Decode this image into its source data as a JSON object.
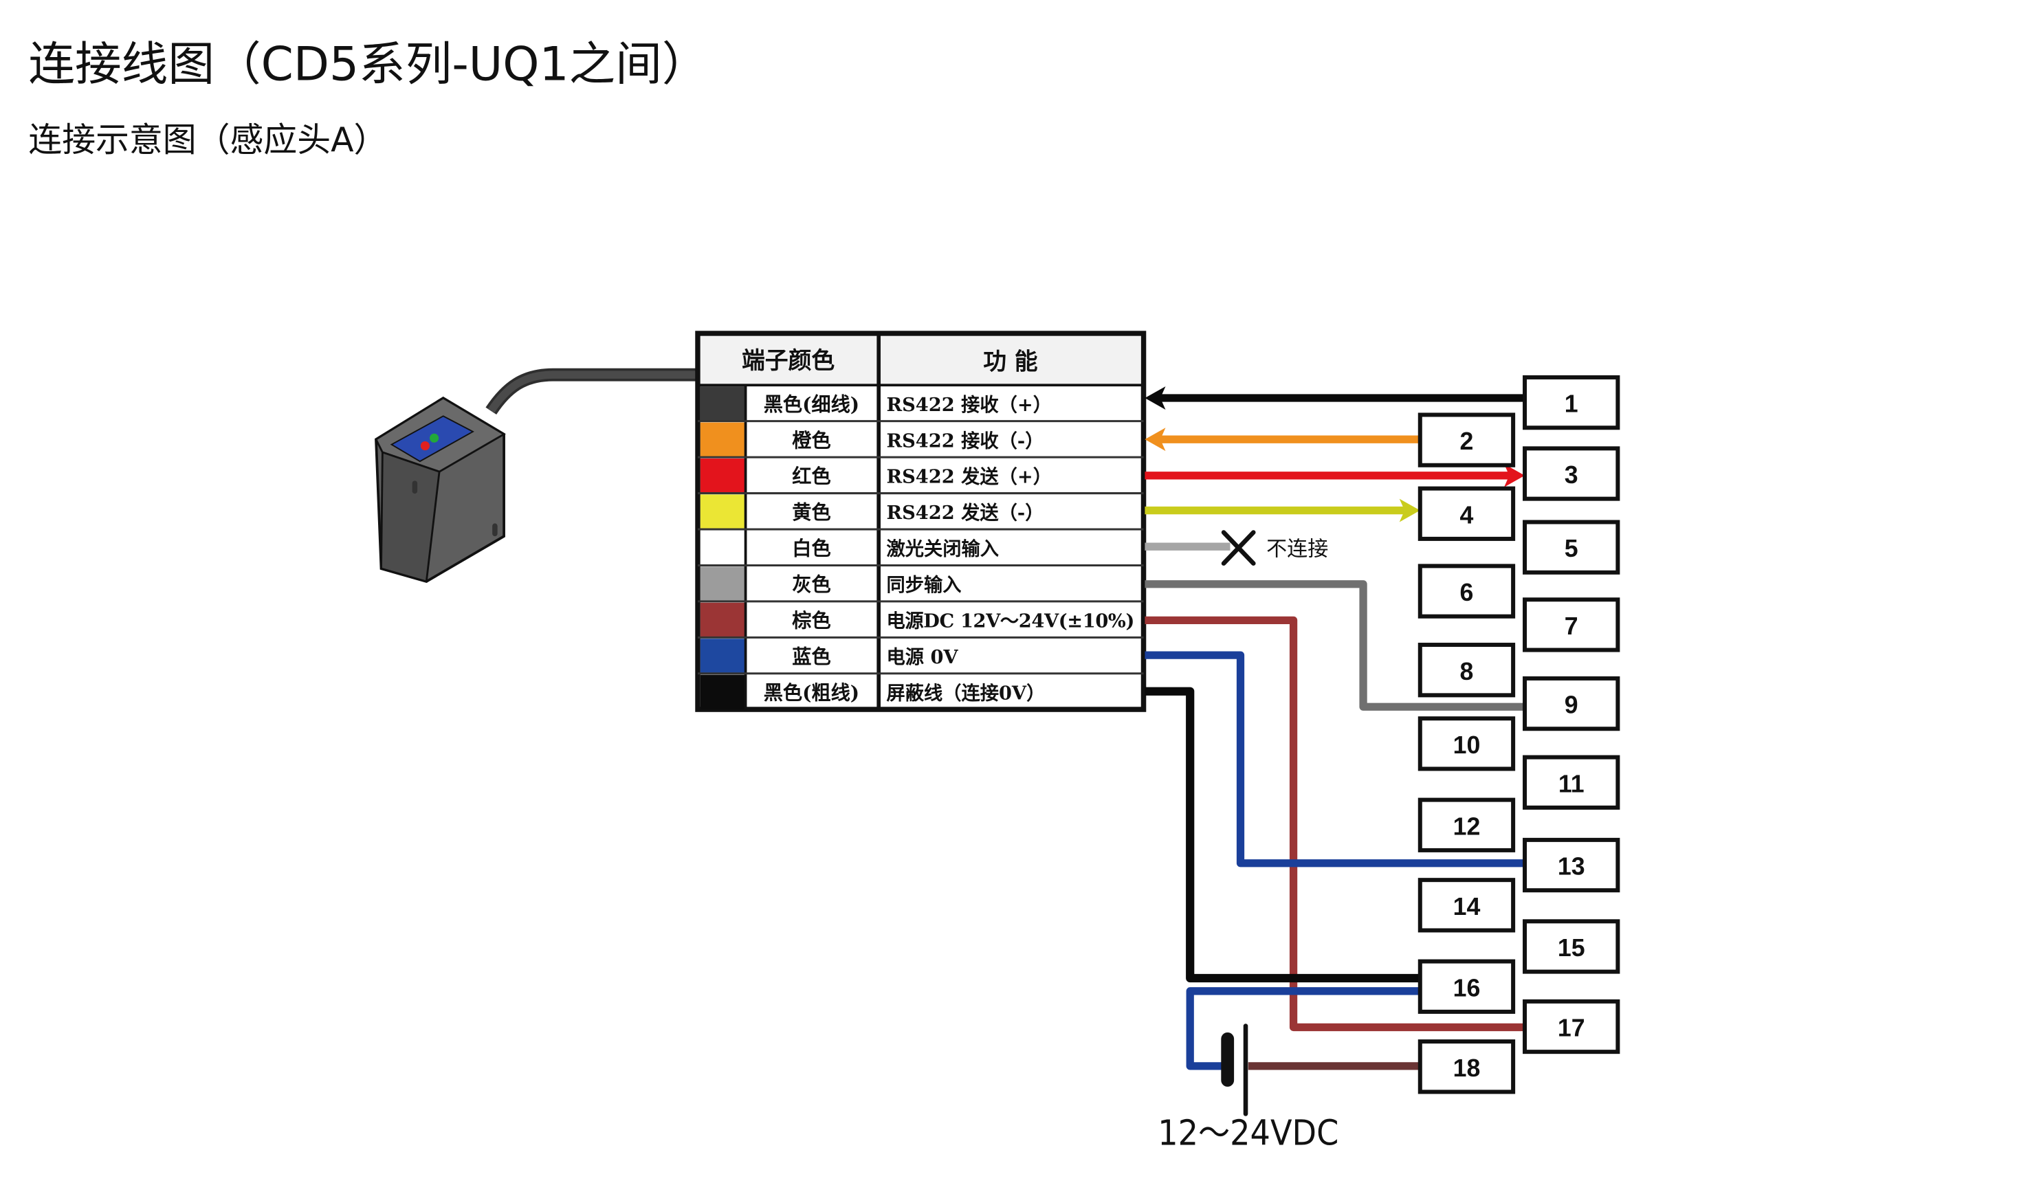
{
  "header": {
    "title": "连接线图（CD5系列-UQ1之间）",
    "subtitle": "连接示意图（感应头A）"
  },
  "table": {
    "headers": [
      "端子颜色",
      "功 能"
    ],
    "rows": [
      {
        "color_name": "黑色(细线)",
        "function": "RS422 接收（+）",
        "swatch": "#3a3a3a"
      },
      {
        "color_name": "橙色",
        "function": "RS422 接收（-）",
        "swatch": "#f0901e"
      },
      {
        "color_name": "红色",
        "function": "RS422 发送（+）",
        "swatch": "#e3141c"
      },
      {
        "color_name": "黄色",
        "function": "RS422 发送（-）",
        "swatch": "#ebe634"
      },
      {
        "color_name": "白色",
        "function": "激光关闭输入",
        "swatch": "#ffffff"
      },
      {
        "color_name": "灰色",
        "function": "同步输入",
        "swatch": "#9c9c9c"
      },
      {
        "color_name": "棕色",
        "function": "电源DC 12V～24V(±10%)",
        "swatch": "#9b3535"
      },
      {
        "color_name": "蓝色",
        "function": "电源    0V",
        "swatch": "#1e48a0"
      },
      {
        "color_name": "黑色(粗线)",
        "function": "屏蔽线（连接0V）",
        "swatch": "#0c0c0c"
      }
    ]
  },
  "wire_colors": {
    "black": "#0a0a0a",
    "orange": "#f0901e",
    "red": "#e3141c",
    "yellow": "#c9cc1c",
    "white_line": "#a5a5a5",
    "gray": "#707070",
    "brown": "#9b3535",
    "blue": "#1a3f9a",
    "dark_brown": "#6a3434"
  },
  "not_connected_label": "不连接",
  "terminals": [
    "1",
    "2",
    "3",
    "4",
    "5",
    "6",
    "7",
    "8",
    "9",
    "10",
    "11",
    "12",
    "13",
    "14",
    "15",
    "16",
    "17",
    "18"
  ],
  "power_label": "12～24VDC",
  "sensor": {
    "body_color": "#5a5a5a",
    "window_color": "#2a4ab0",
    "led_colors": [
      "#e02020",
      "#22a83a"
    ]
  }
}
